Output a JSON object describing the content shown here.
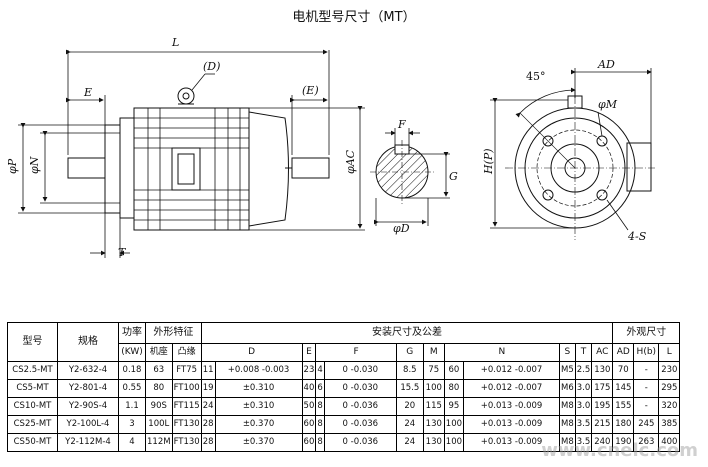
{
  "title": "电机型号尺寸（MT）",
  "drawing_labels": {
    "L": "L",
    "D_paren": "(D)",
    "E": "E",
    "E_paren": "(E)",
    "phiP": "φP",
    "phiN": "φN",
    "T": "T",
    "phiAC": "φAC",
    "F": "F",
    "G": "G",
    "phiD": "φD",
    "angle": "45°",
    "AD": "AD",
    "phiM": "φM",
    "HP": "H(P)",
    "bolts": "4-S"
  },
  "table": {
    "header1": {
      "model": "型号",
      "spec": "规格",
      "power": "功率",
      "shape": "外形特征",
      "install": "安装尺寸及公差",
      "outline": "外观尺寸"
    },
    "header2": {
      "kw": "(KW)",
      "frame": "机座",
      "flange": "凸缘",
      "D": "D",
      "E": "E",
      "F": "F",
      "G": "G",
      "M": "M",
      "N": "N",
      "S": "S",
      "T": "T",
      "AC": "AC",
      "AD": "AD",
      "Hb": "H(b)",
      "L": "L"
    },
    "rows": [
      {
        "model": "CS2.5-MT",
        "spec": "Y2-632-4",
        "kw": "0.18",
        "frame": "63",
        "flange": "FT75",
        "d1": "11",
        "d2": "+0.008 -0.003",
        "e": "23",
        "f1": "4",
        "f2": "0 -0.030",
        "g": "8.5",
        "m": "75",
        "n1": "60",
        "n2": "+0.012 -0.007",
        "s": "M5",
        "t": "2.5",
        "ac": "130",
        "ad": "70",
        "hb": "-",
        "l": "230"
      },
      {
        "model": "CS5-MT",
        "spec": "Y2-801-4",
        "kw": "0.55",
        "frame": "80",
        "flange": "FT100",
        "d1": "19",
        "d2": "±0.310",
        "e": "40",
        "f1": "6",
        "f2": "0 -0.030",
        "g": "15.5",
        "m": "100",
        "n1": "80",
        "n2": "+0.012 -0.007",
        "s": "M6",
        "t": "3.0",
        "ac": "175",
        "ad": "145",
        "hb": "-",
        "l": "295"
      },
      {
        "model": "CS10-MT",
        "spec": "Y2-90S-4",
        "kw": "1.1",
        "frame": "90S",
        "flange": "FT115",
        "d1": "24",
        "d2": "±0.310",
        "e": "50",
        "f1": "8",
        "f2": "0 -0.036",
        "g": "20",
        "m": "115",
        "n1": "95",
        "n2": "+0.013 -0.009",
        "s": "M8",
        "t": "3.0",
        "ac": "195",
        "ad": "155",
        "hb": "-",
        "l": "320"
      },
      {
        "model": "CS25-MT",
        "spec": "Y2-100L-4",
        "kw": "3",
        "frame": "100L",
        "flange": "FT130",
        "d1": "28",
        "d2": "±0.370",
        "e": "60",
        "f1": "8",
        "f2": "0 -0.036",
        "g": "24",
        "m": "130",
        "n1": "100",
        "n2": "+0.013 -0.009",
        "s": "M8",
        "t": "3.5",
        "ac": "215",
        "ad": "180",
        "hb": "245",
        "l": "385"
      },
      {
        "model": "CS50-MT",
        "spec": "Y2-112M-4",
        "kw": "4",
        "frame": "112M",
        "flange": "FT130",
        "d1": "28",
        "d2": "±0.370",
        "e": "60",
        "f1": "8",
        "f2": "0 -0.036",
        "g": "24",
        "m": "130",
        "n1": "100",
        "n2": "+0.013 -0.009",
        "s": "M8",
        "t": "3.5",
        "ac": "240",
        "ad": "190",
        "hb": "263",
        "l": "400"
      }
    ]
  }
}
